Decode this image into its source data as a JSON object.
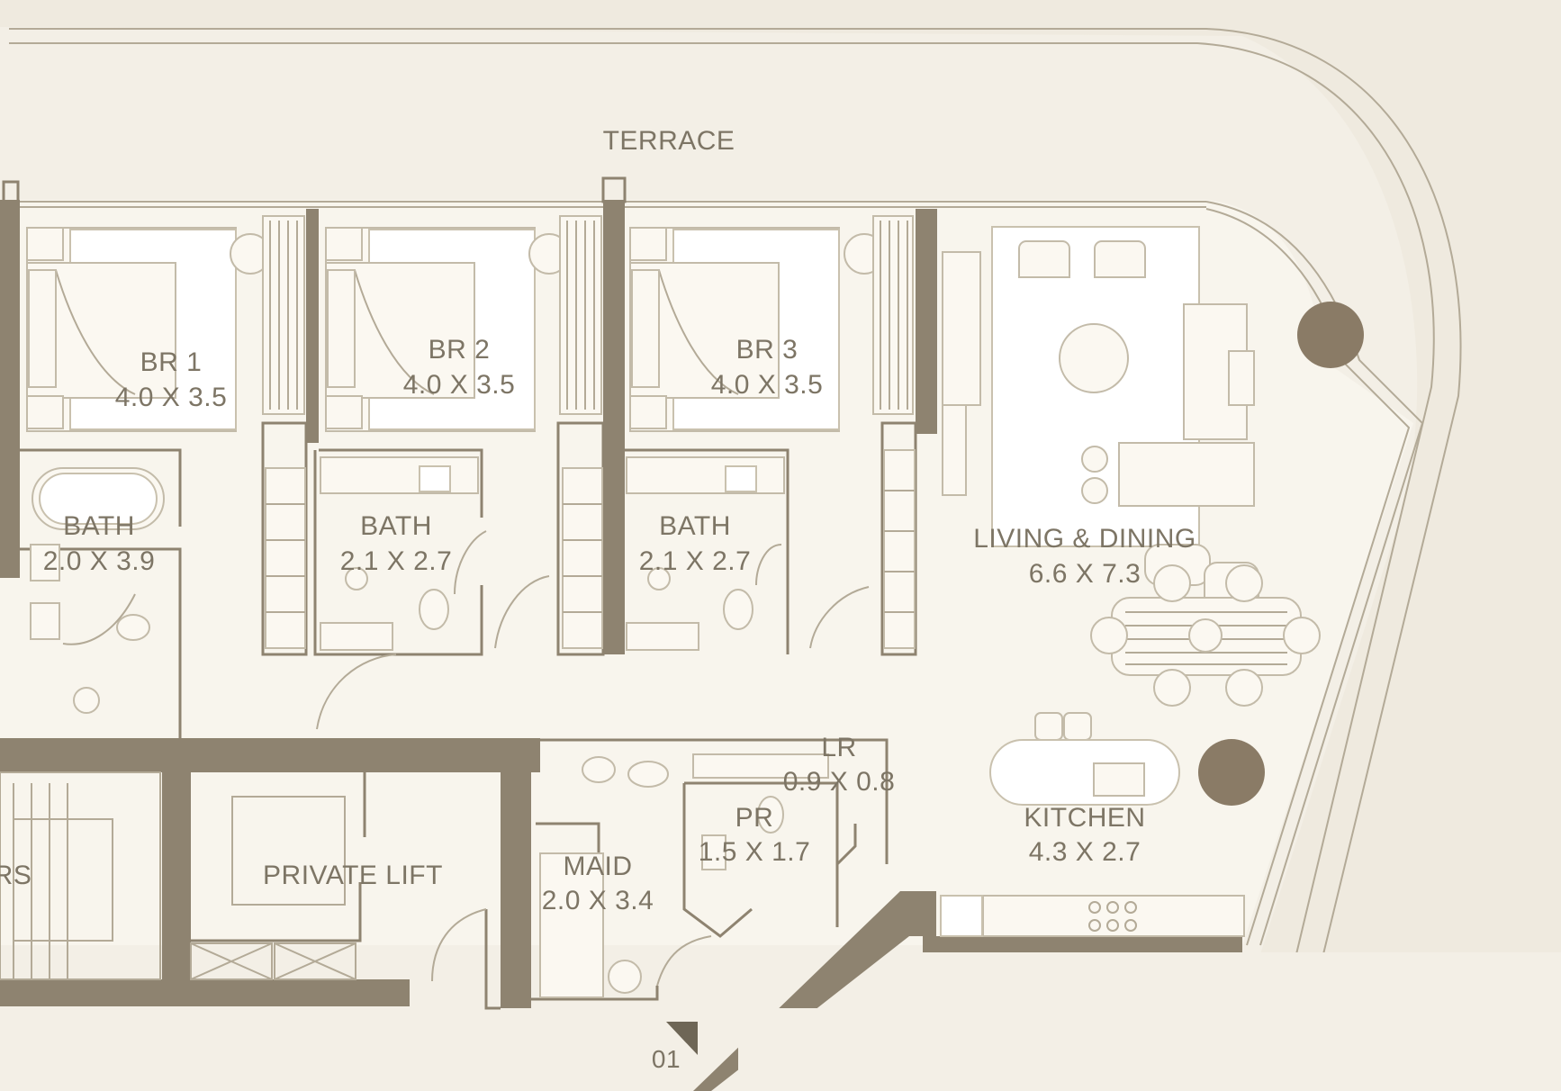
{
  "plan": {
    "colors": {
      "background": "#f3efe6",
      "wall": "#8e8370",
      "label": "#7d7565",
      "terrace": "#efeadf",
      "column": "#8a7b66"
    },
    "rooms": {
      "terrace": {
        "name": "TERRACE"
      },
      "br1": {
        "name": "BR 1",
        "size": "4.0 X 3.5"
      },
      "br2": {
        "name": "BR 2",
        "size": "4.0 X 3.5"
      },
      "br3": {
        "name": "BR 3",
        "size": "4.0 X 3.5"
      },
      "bath1": {
        "name": "BATH",
        "size": "2.0 X 3.9"
      },
      "bath2": {
        "name": "BATH",
        "size": "2.1 X 2.7"
      },
      "bath3": {
        "name": "BATH",
        "size": "2.1 X 2.7"
      },
      "living": {
        "name": "LIVING & DINING",
        "size": "6.6 X 7.3"
      },
      "lr": {
        "name": "LR",
        "size": "0.9 X 0.8"
      },
      "pr": {
        "name": "PR",
        "size": "1.5 X 1.7"
      },
      "kitchen": {
        "name": "KITCHEN",
        "size": "4.3 X 2.7"
      },
      "maid": {
        "name": "MAID",
        "size": "2.0 X 3.4"
      },
      "lift": {
        "name": "PRIVATE LIFT"
      },
      "stairs": {
        "name": "RS"
      }
    },
    "entry_marker": "01"
  }
}
